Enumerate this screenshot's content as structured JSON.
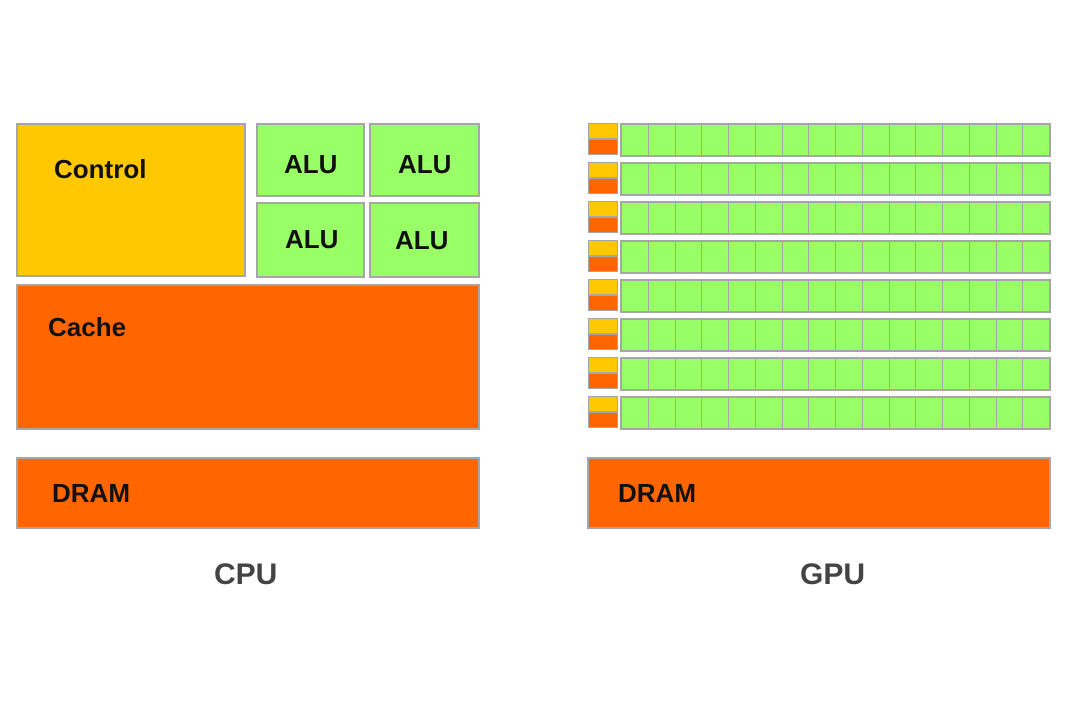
{
  "colors": {
    "control": "#ffc800",
    "alu": "#99ff66",
    "cache": "#ff6600",
    "dram": "#ff6600",
    "border": "#a6a6a6"
  },
  "cpu": {
    "control_label": "Control",
    "alu_labels": [
      "ALU",
      "ALU",
      "ALU",
      "ALU"
    ],
    "cache_label": "Cache",
    "dram_label": "DRAM",
    "caption": "CPU"
  },
  "gpu": {
    "row_count": 8,
    "alus_per_row": 16,
    "dram_label": "DRAM",
    "caption": "GPU"
  }
}
